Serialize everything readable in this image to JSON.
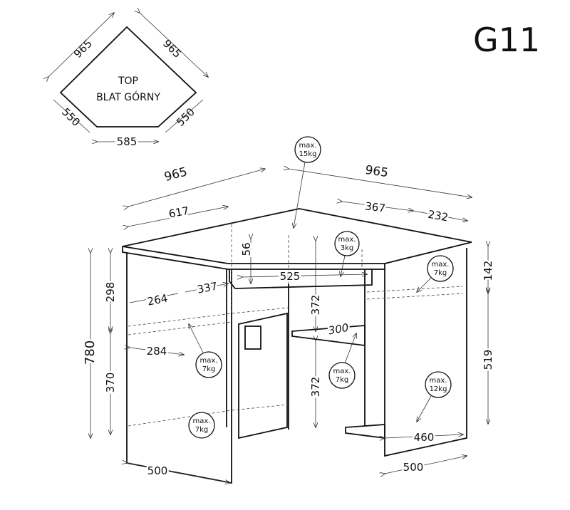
{
  "title": "G11",
  "top_view": {
    "label_line1": "TOP",
    "label_line2": "BLAT GÓRNY",
    "dims": {
      "left_back": "965",
      "right_back": "965",
      "left_side": "550",
      "right_side": "550",
      "front": "585"
    }
  },
  "dims": {
    "width_left": "965",
    "width_right": "965",
    "depth_left_top": "617",
    "depth_right_367": "367",
    "depth_right_232": "232",
    "tray_height": "56",
    "tray_width": "525",
    "left_upper_height": "298",
    "left_lower_height": "370",
    "total_height": "780",
    "shelf_264": "264",
    "shelf_337": "337",
    "shelf_284": "284",
    "center_upper": "372",
    "center_lower": "372",
    "center_shelf": "300",
    "right_upper": "142",
    "right_lower": "519",
    "right_shelf": "460",
    "base_left": "500",
    "base_right": "500"
  },
  "loads": [
    {
      "line1": "max.",
      "line2": "15kg"
    },
    {
      "line1": "max.",
      "line2": "3kg"
    },
    {
      "line1": "max.",
      "line2": "7kg"
    },
    {
      "line1": "max.",
      "line2": "7kg"
    },
    {
      "line1": "max.",
      "line2": "7kg"
    },
    {
      "line1": "max.",
      "line2": "7kg"
    },
    {
      "line1": "max.",
      "line2": "12kg"
    }
  ]
}
